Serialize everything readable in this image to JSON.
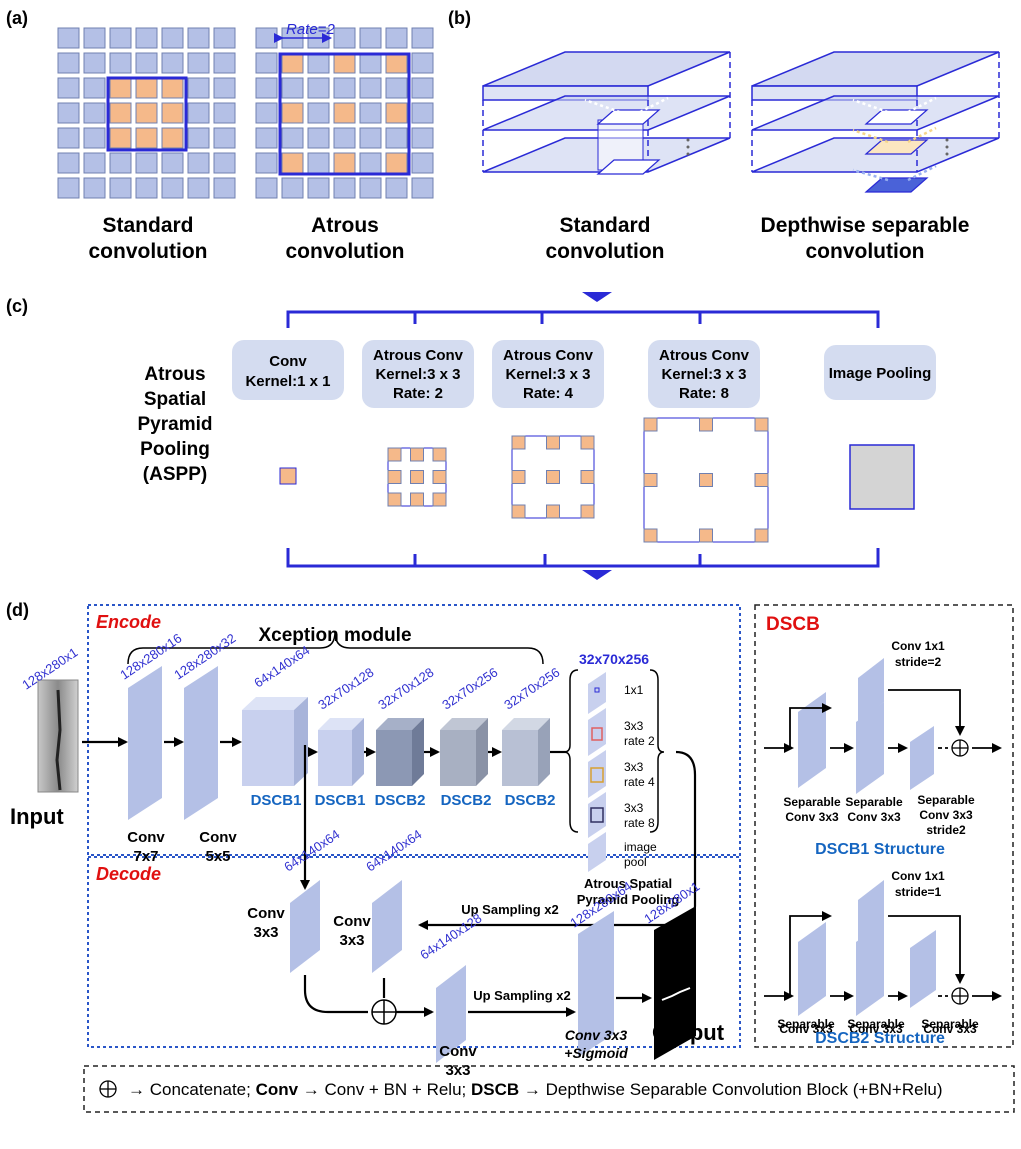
{
  "panels": {
    "a": "(a)",
    "b": "(b)",
    "c": "(c)",
    "d": "(d)"
  },
  "panel_a": {
    "rate_label": "Rate=2",
    "standard_l1": "Standard",
    "standard_l2": "convolution",
    "atrous_l1": "Atrous",
    "atrous_l2": "convolution"
  },
  "panel_b": {
    "standard_l1": "Standard",
    "standard_l2": "convolution",
    "depthwise_l1": "Depthwise separable",
    "depthwise_l2": "convolution"
  },
  "panel_c": {
    "aspp_l1": "Atrous",
    "aspp_l2": "Spatial",
    "aspp_l3": "Pyramid",
    "aspp_l4": "Pooling",
    "aspp_l5": "(ASPP)",
    "box1_l1": "Conv",
    "box1_l2": "Kernel:1 x 1",
    "box2_l1": "Atrous Conv",
    "box2_l2": "Kernel:3 x 3",
    "box2_l3": "Rate: 2",
    "box3_l1": "Atrous Conv",
    "box3_l2": "Kernel:3 x 3",
    "box3_l3": "Rate: 4",
    "box4_l1": "Atrous Conv",
    "box4_l2": "Kernel:3 x 3",
    "box4_l3": "Rate: 8",
    "box5_l1": "Image Pooling"
  },
  "panel_d": {
    "encode": "Encode",
    "decode": "Decode",
    "xception": "Xception module",
    "input": "Input",
    "output": "Output",
    "dims": {
      "input": "128x280x1",
      "conv7": "128x280x16",
      "conv5": "128x280x32",
      "dscb1a": "64x140x64",
      "dscb1b": "32x70x128",
      "dscb2a": "32x70x128",
      "dscb2b": "32x70x256",
      "dscb2c": "32x70x256",
      "aspp": "32x70x256",
      "dec1": "64x140x64",
      "dec2": "64x140x64",
      "dec3": "64x140x128",
      "dec4": "128x280x64",
      "out": "128x280x1"
    },
    "conv7_l1": "Conv",
    "conv7_l2": "7x7",
    "conv5_l1": "Conv",
    "conv5_l2": "5x5",
    "dscb1a": "DSCB1",
    "dscb1b": "DSCB1",
    "dscb2a": "DSCB2",
    "dscb2b": "DSCB2",
    "dscb2c": "DSCB2",
    "aspp_items": [
      "1x1",
      "3x3",
      "rate 2",
      "3x3",
      "rate 4",
      "3x3",
      "rate 8",
      "image",
      "pool"
    ],
    "aspp_l1": "Atrous Spatial",
    "aspp_l2": "Pyramid Pooling",
    "dec_conv_l1": "Conv",
    "dec_conv_l2": "3x3",
    "dec_conv2_l1": "Conv",
    "dec_conv2_l2": "3x3",
    "dec_conv3_l1": "Conv",
    "dec_conv3_l2": "3x3",
    "upsample1": "Up Sampling x2",
    "upsample2": "Up Sampling x2",
    "final_l1": "Conv 3x3",
    "final_l2": "+Sigmoid"
  },
  "dscb": {
    "title": "DSCB",
    "s1_conv_l1": "Conv 1x1",
    "s1_conv_l2": "stride=2",
    "s1_sep1_l1": "Separable",
    "s1_sep1_l2": "Conv 3x3",
    "s1_sep2_l1": "Separable",
    "s1_sep2_l2": "Conv 3x3",
    "s1_sep3_l1": "Separable",
    "s1_sep3_l2": "Conv 3x3",
    "s1_sep3_l3": "stride2",
    "s1_title": "DSCB1 Structure",
    "s2_conv_l1": "Conv 1x1",
    "s2_conv_l2": "stride=1",
    "s2_sep1_l1": "Separable",
    "s2_sep1_l2": "Conv 3x3",
    "s2_sep2_l1": "Separable",
    "s2_sep2_l2": "Conv 3x3",
    "s2_sep3_l1": "Separable",
    "s2_sep3_l2": "Conv 3x3",
    "s2_title": "DSCB2 Structure"
  },
  "legend": {
    "p1": "→ Concatenate; ",
    "conv_b": "Conv",
    "p2": " → Conv + BN + Relu; ",
    "dscb_b": "DSCB",
    "p3": " → Depthwise Separable Convolution Block (+BN+Relu)"
  },
  "colors": {
    "cell": "#b4c0e6",
    "highlight": "#f5b98a",
    "accent": "#2a2ad6",
    "label_blue": "#1565c0",
    "red": "#e01010"
  }
}
